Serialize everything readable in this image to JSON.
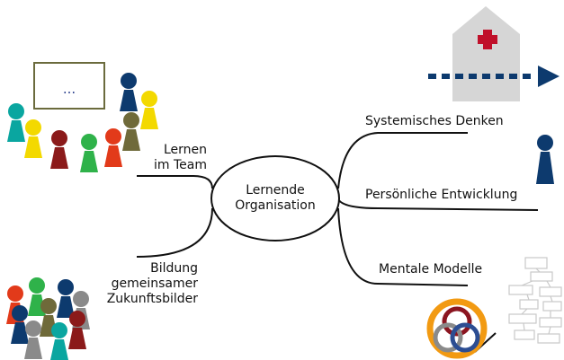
{
  "center": {
    "line1": "Lernende",
    "line2": "Organisation"
  },
  "branches": {
    "team": {
      "line1": "Lernen",
      "line2": "im Team"
    },
    "vision": {
      "line1": "Bildung",
      "line2": "gemeinsamer",
      "line3": "Zukunftsbilder"
    },
    "systems": {
      "label": "Systemisches Denken"
    },
    "personal": {
      "label": "Persönliche Entwicklung"
    },
    "mental": {
      "label": "Mentale Modelle"
    }
  },
  "board": {
    "text": "..."
  },
  "colors": {
    "navy": "#0d3a6e",
    "teal": "#0aa6a0",
    "yellow": "#f3d900",
    "darkred": "#8b1a1a",
    "green": "#2fb24a",
    "red": "#e23a1a",
    "olive": "#6f6a3a",
    "gray": "#8a8a8a",
    "house": "#d6d6d6",
    "cross": "#c0102a",
    "ring_orange": "#f29a12",
    "ring_red": "#8b1520",
    "ring_blue": "#2c4d92"
  }
}
